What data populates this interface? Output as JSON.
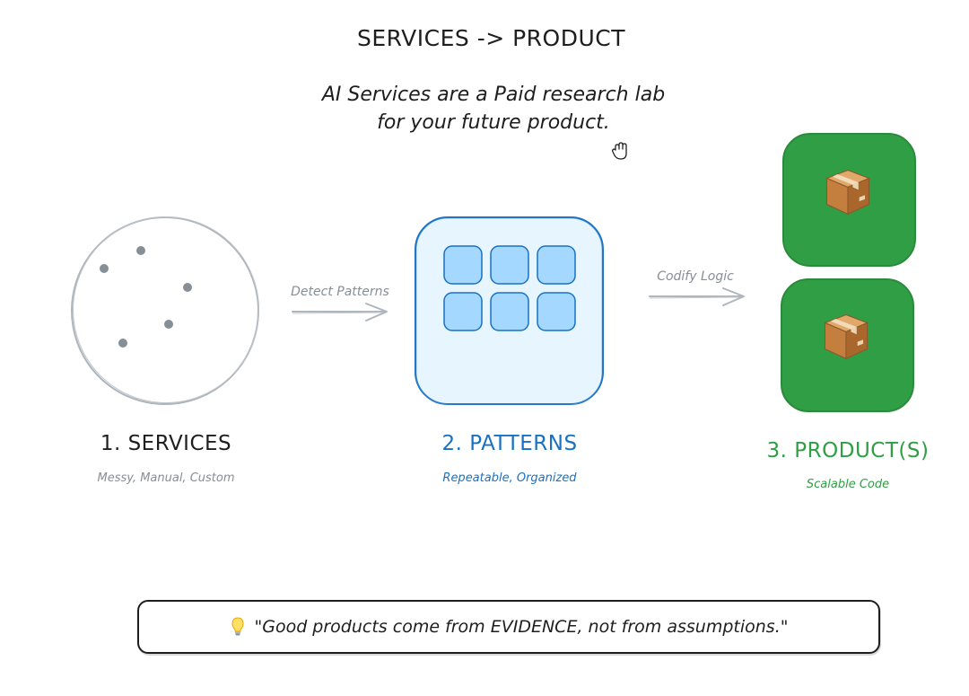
{
  "header": {
    "title": "SERVICES -> PRODUCT",
    "subtitle_line1": "AI Services are a Paid research lab",
    "subtitle_line2": "for your future product."
  },
  "stages": [
    {
      "title": "1. SERVICES",
      "description": "Messy, Manual, Custom",
      "color": "#1e1e1e",
      "icon": "circle-with-scattered-dots"
    },
    {
      "title": "2. PATTERNS",
      "description": "Repeatable, Organized",
      "color": "#1971c2",
      "icon": "grid-of-blocks"
    },
    {
      "title": "3. PRODUCT(S)",
      "description": "Scalable Code",
      "color": "#2f9e44",
      "icon": "package-icon"
    }
  ],
  "arrows": [
    {
      "label": "Detect Patterns"
    },
    {
      "label": "Codify Logic"
    }
  ],
  "quote": {
    "icon": "lightbulb-icon",
    "text": "\"Good products come from EVIDENCE, not from assumptions.\""
  },
  "colors": {
    "pattern_fill": "#e7f5ff",
    "pattern_stroke": "#1971c2",
    "block_fill": "#a5d8ff",
    "product_fill": "#2f9e44",
    "arrow_stroke": "#adb5bd",
    "dot_fill": "#868e96"
  }
}
